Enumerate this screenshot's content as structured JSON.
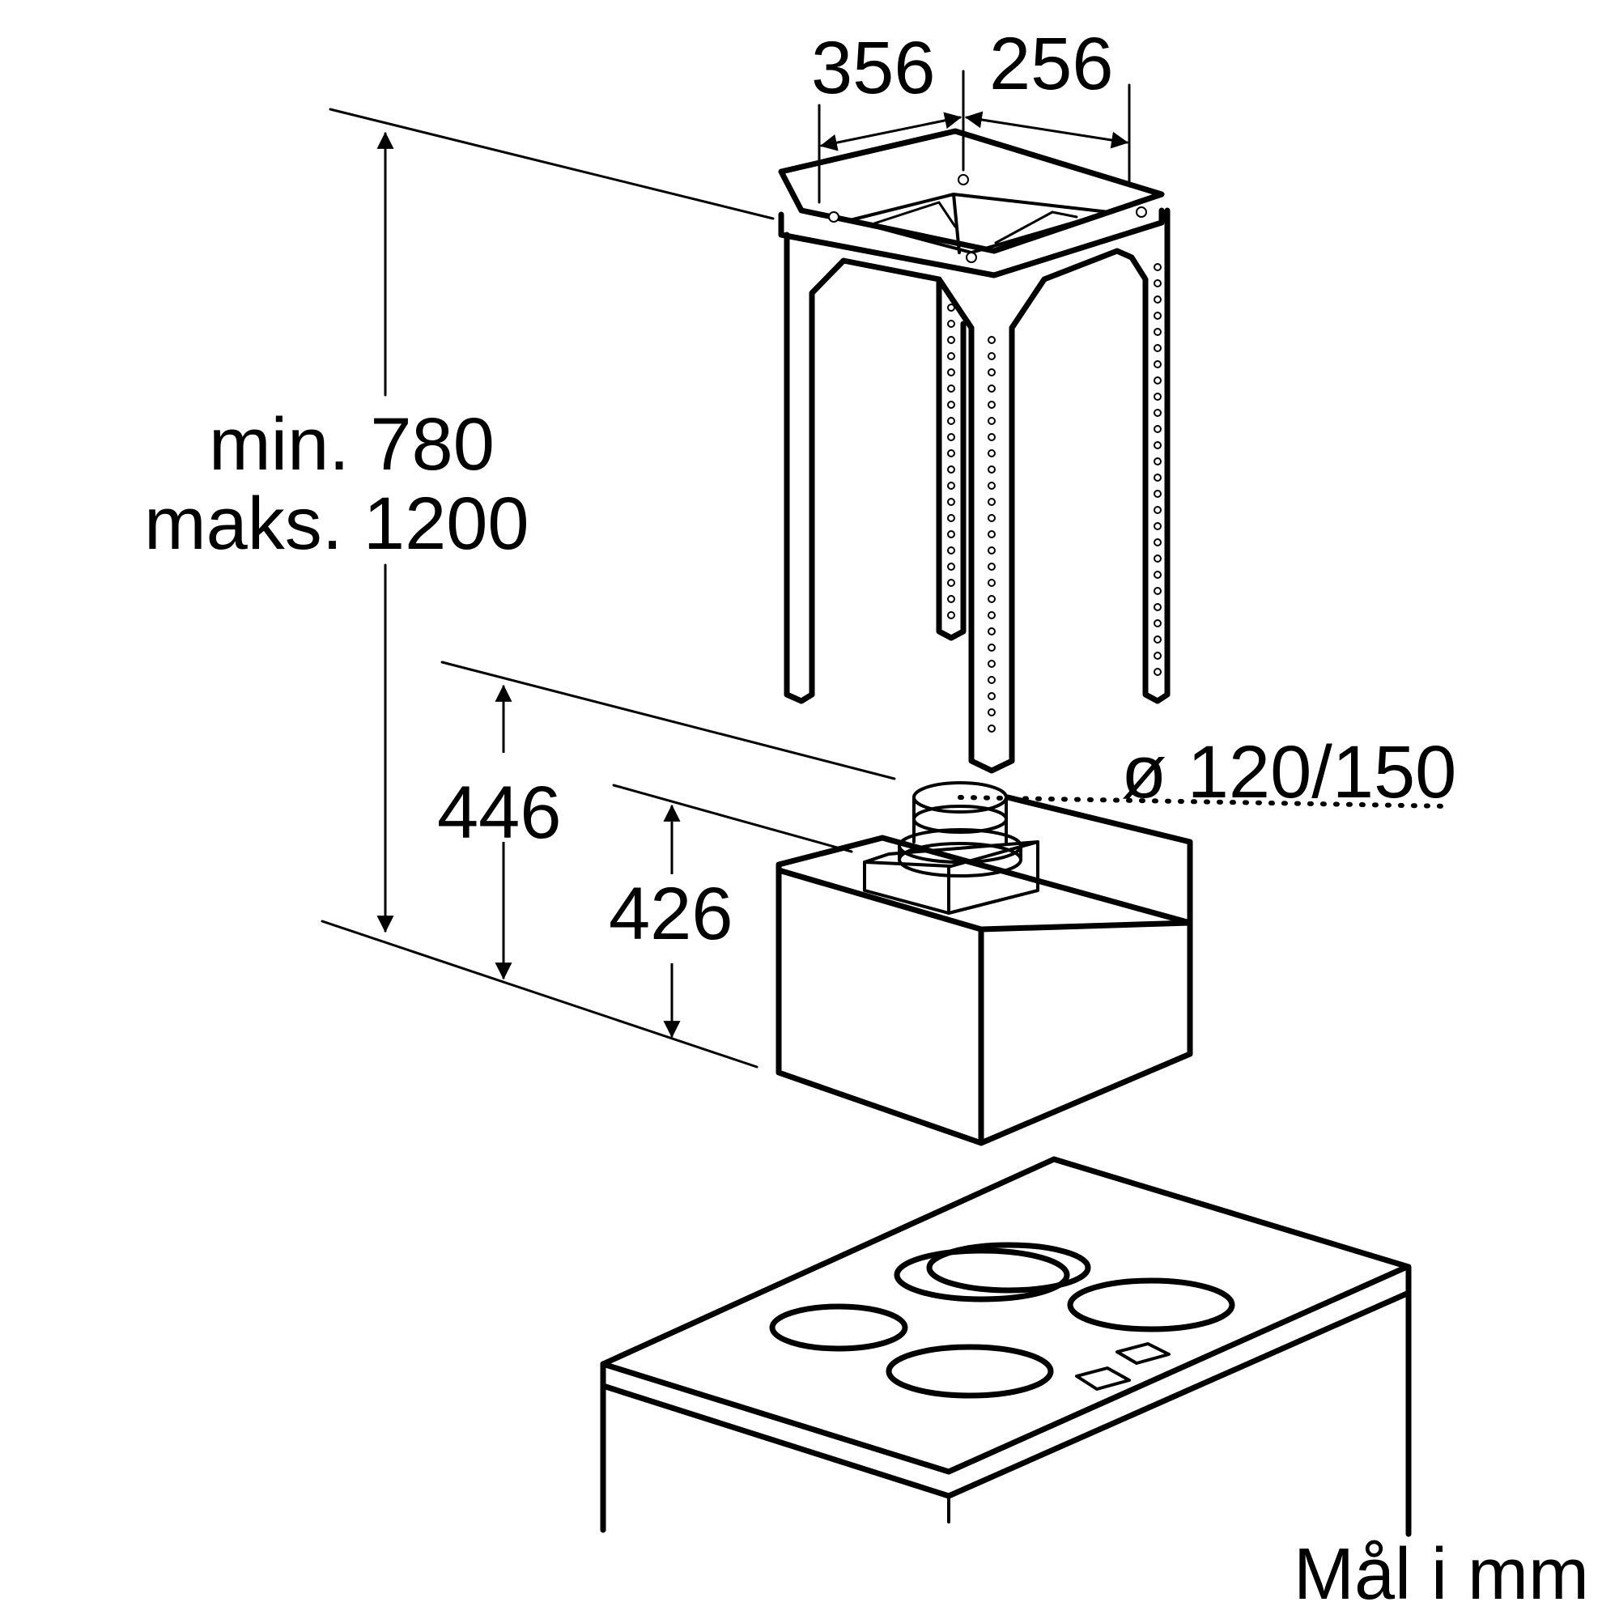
{
  "dimensions": {
    "width_a": "356",
    "width_b": "256",
    "height_min": "min. 780",
    "height_max": "maks. 1200",
    "box_height_outer": "446",
    "box_height_inner": "426",
    "duct_diameter": "ø 120/150"
  },
  "units_note": "Mål i mm"
}
